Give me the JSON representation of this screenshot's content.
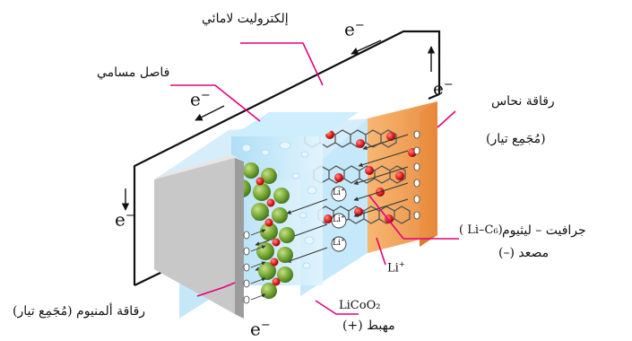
{
  "labels": {
    "electrolyte": "إلكتروليت لامائي",
    "separator": "فاصل مسامي",
    "copper_foil": "رقاقة نحاس",
    "copper_collector": "(مُجَمِع تيار)",
    "anode_material": "جرافيت – ليثيوم",
    "anode_formula": "( Li–C₆)",
    "anode_name": "مصعد (–)",
    "lithium_ion": "Li",
    "lithium_ion_charge": "+",
    "cathode_formula": "LiCoO₂",
    "cathode_name": "مهبط (+)",
    "aluminum_foil": "رقاقة ألمنيوم (مُجَمِع تيار)",
    "electron": "e",
    "electron_charge": "−",
    "ion_badge": "Li",
    "ion_badge_charge": "+"
  },
  "colors": {
    "copper": "#f2a55a",
    "aluminum": "#c8c8c8",
    "electrolyte": "#bfe7fb",
    "separator": "#8fd3f3",
    "cathode_sphere": "#7aab36",
    "lithium_atom": "#e21d1d",
    "leader_line": "#e6007e",
    "circuit_wire": "#111111"
  }
}
